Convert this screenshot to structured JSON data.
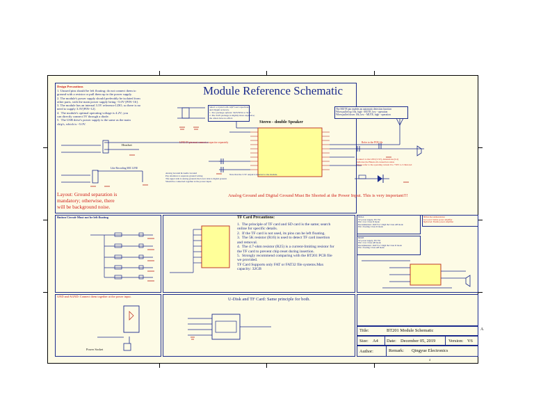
{
  "title": "Module Reference Schematic",
  "design_precautions": {
    "heading": "Design Precautions",
    "lines": [
      "1. Unused pins should be left floating; do not connect them to",
      "ground with a resistor or pull them up to the power supply.",
      "2. The module's power supply should preferably be isolated from",
      "other parts, with the main power supply being ~5.0V [PIN~16].",
      "3. The module has an internal 3.3V reference LDO, so there is no",
      "need to supply 3.3V[PIN~12].",
      "4.  The module's optimal operating voltage is 4.2V; you",
      "can directly connect 5V through a diode.",
      "5.  The USB drive's power supply is the same as the main",
      "chip's, which is ~5.0V."
    ]
  },
  "crystal_note": {
    "lines": [
      "Select a crystal with 12pF load capacitance",
      "and 10ppm accuracy.",
      "1. Two package options: 3225/5032 or 3215",
      "2. The 3225 package is slightly more expensive;",
      "the others have no effect."
    ]
  },
  "stereo_label": "Stereo - double Speaker",
  "mute_note": {
    "lines": [
      "The MUTE pin enables an automatic detection function",
      "When pulled up 10k, high - MUTE, low - operation",
      "When pulled down 10k, low - MUTE, high - operation"
    ]
  },
  "headset_label": "Headset",
  "mic_label": "Like Recording MIC LINE",
  "linein_note": "LINE IN pin must connect a capacitor separately",
  "pcb_note": "Refer to the PCB file",
  "led_notes": [
    "Connect to the LED (3.3V), dimensions (0.4)",
    "indicates the Bluetooth connection status",
    "Please refer to the operating current 0 to +30V to 3.3mA led"
  ],
  "analog_ground_note": [
    "Analog Ground & Audio Ground",
    "Pay attention to separate ground wiring",
    "The upper side is analog ground; the lower side is digital ground.",
    "Should be connected together at the power input."
  ],
  "internal_note": "Note that the 3.3V output is internal to the module.",
  "layout_warning": "Layout: Ground separation is\nmandatory; otherwise, there\nwill be background noise.",
  "ground_warning": "Analog Ground and Digital Ground Must Be Shorted at the Power Input. This is very important!!!",
  "button_label": "Button Circuit-Must not be left floating",
  "gnd_label": "GND and AGND: Connect them together at the power input.",
  "power_socket_label": "Power Socket",
  "tf_card": {
    "heading": "TF Card Precautions:",
    "lines": [
      "1.  The principle of TF card and SD card is the same; search",
      "online for specific details.",
      "2.  If the TF card is not used, its pins can be left floating.",
      "3.  The 5K resistor (R16) is used to detect TF card insertion",
      "and removal.",
      "4.  The 4.7-ohm resistor (R25) is a current-limiting resistor for",
      "the TF card to prevent chip reset during insertion.",
      "5.  Strongly recommend comparing with the BT201 PCB file",
      "we provided.",
      "TF Card Supports only FAT or FAT32 file systems.Max",
      "capacity: 32GB"
    ]
  },
  "udisk_label": "U-Disk and TF Card: Same principle for both.",
  "amp_notes": {
    "top": [
      "8002A",
      "5V power supply, 3W 5W",
      "Pin 1 low: Class D mode",
      "Recommended: 10uF For 5 high the Class AB mode",
      "Pin 1 floating: Class D mode"
    ],
    "right": [
      "8002A Recommendation",
      "Ice Level: Stable power amplifier",
      "high level: Enable power amplifier"
    ],
    "mid": [
      "8002B",
      "5V power supply, 3W 5W",
      "Pin 1 low: Class AB mode",
      "Recommended: 10uF For 5 high the Class D mode",
      "Pin 1 floating: Class AB mode"
    ]
  },
  "title_block": {
    "title_label": "Title:",
    "title_value": "BT201 Module Schematic",
    "size_label": "Size:",
    "size_value": "A4",
    "date_label": "Date:",
    "date_value": "December 05, 2019",
    "version_label": "Version:",
    "version_value": "V6",
    "author_label": "Author:",
    "remark_label": "Remark:",
    "remark_value": "Qingyue Electronics",
    "sheet_letter": "A",
    "sheet_number": "4"
  },
  "colors": {
    "frame": "#1a2a8c",
    "warning": "#d0201a",
    "sheet": "#fdfbe6",
    "component": "#ffff99",
    "wire": "#1a2a8c",
    "ground": "#c0392b"
  }
}
